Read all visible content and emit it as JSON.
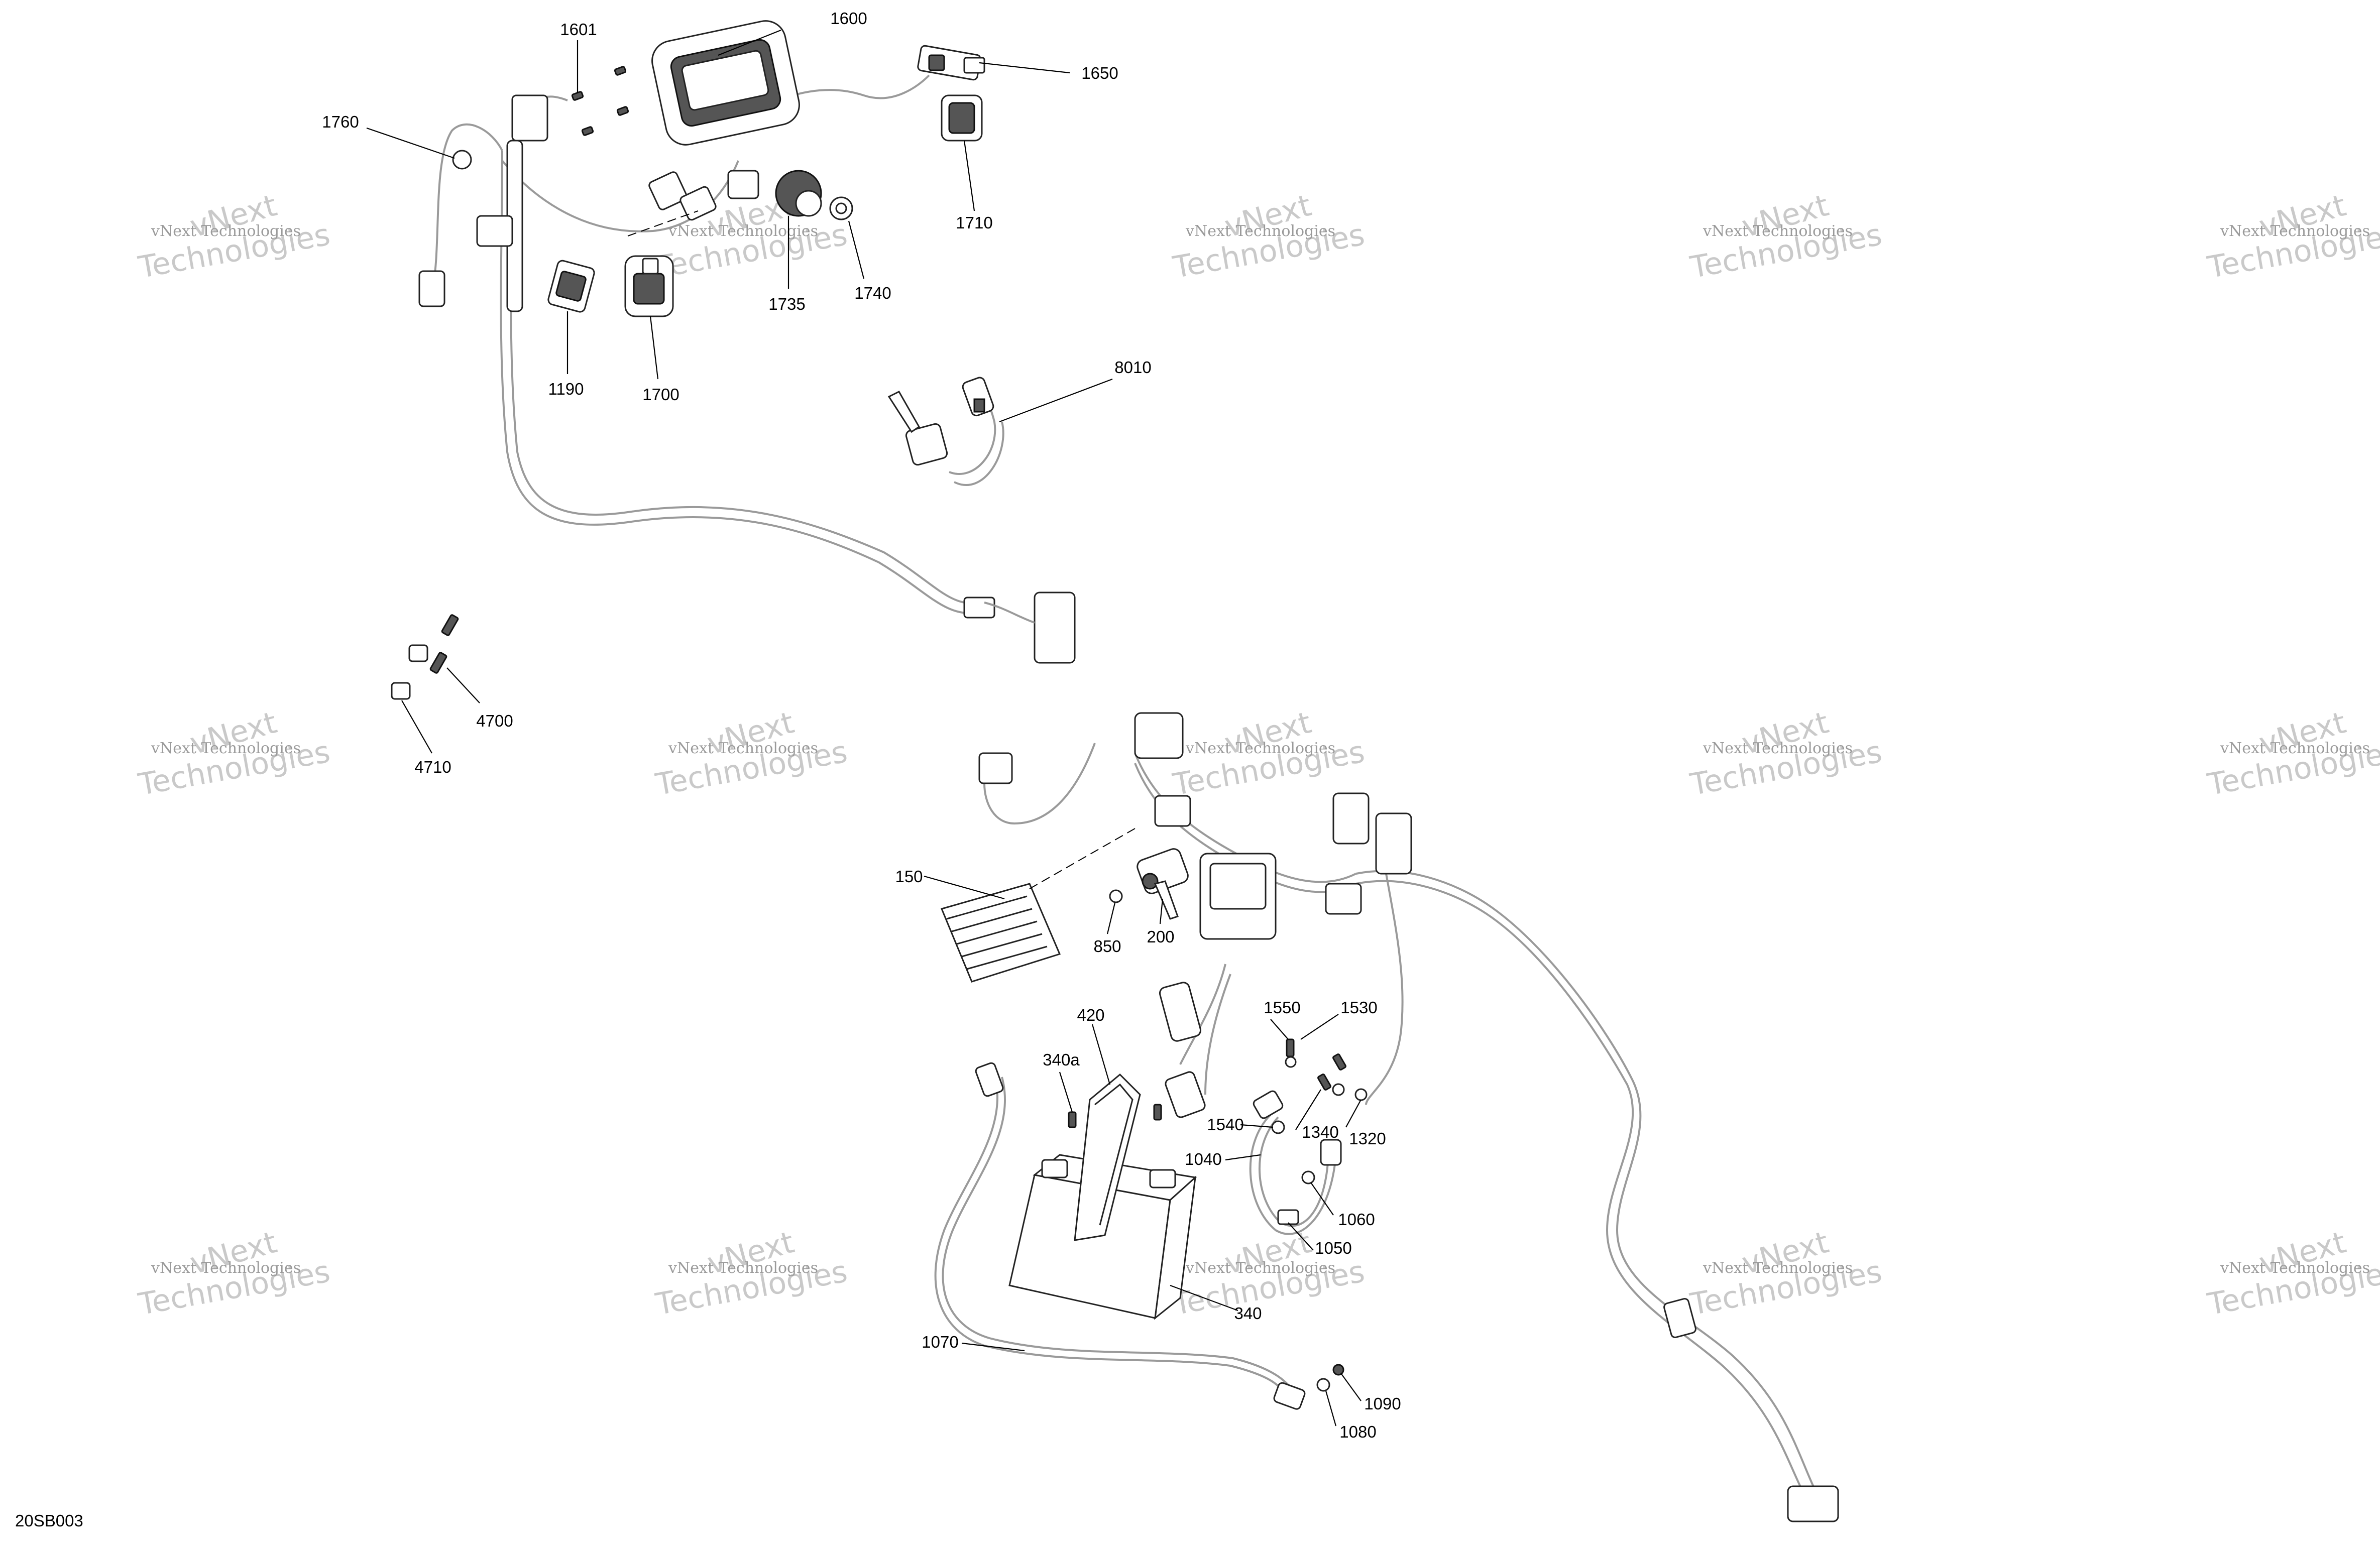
{
  "diagram_id": "20SB003",
  "watermark": {
    "line1": "vNext",
    "line2": "vNext Technologies",
    "line3": "Technologies"
  },
  "callouts": [
    {
      "id": "c1600",
      "text": "1600"
    },
    {
      "id": "c1601",
      "text": "1601"
    },
    {
      "id": "c1650",
      "text": "1650"
    },
    {
      "id": "c1760",
      "text": "1760"
    },
    {
      "id": "c1710",
      "text": "1710"
    },
    {
      "id": "c1740",
      "text": "1740"
    },
    {
      "id": "c1735",
      "text": "1735"
    },
    {
      "id": "c1190",
      "text": "1190"
    },
    {
      "id": "c1700",
      "text": "1700"
    },
    {
      "id": "c8010",
      "text": "8010"
    },
    {
      "id": "c4700",
      "text": "4700"
    },
    {
      "id": "c4710",
      "text": "4710"
    },
    {
      "id": "c150",
      "text": "150"
    },
    {
      "id": "c850",
      "text": "850"
    },
    {
      "id": "c200",
      "text": "200"
    },
    {
      "id": "c420",
      "text": "420"
    },
    {
      "id": "c340a",
      "text": "340a"
    },
    {
      "id": "c1550",
      "text": "1550"
    },
    {
      "id": "c1530",
      "text": "1530"
    },
    {
      "id": "c1540",
      "text": "1540"
    },
    {
      "id": "c1340",
      "text": "1340"
    },
    {
      "id": "c1320",
      "text": "1320"
    },
    {
      "id": "c1040",
      "text": "1040"
    },
    {
      "id": "c1060",
      "text": "1060"
    },
    {
      "id": "c1050",
      "text": "1050"
    },
    {
      "id": "c340",
      "text": "340"
    },
    {
      "id": "c1070",
      "text": "1070"
    },
    {
      "id": "c1090",
      "text": "1090"
    },
    {
      "id": "c1080",
      "text": "1080"
    }
  ]
}
